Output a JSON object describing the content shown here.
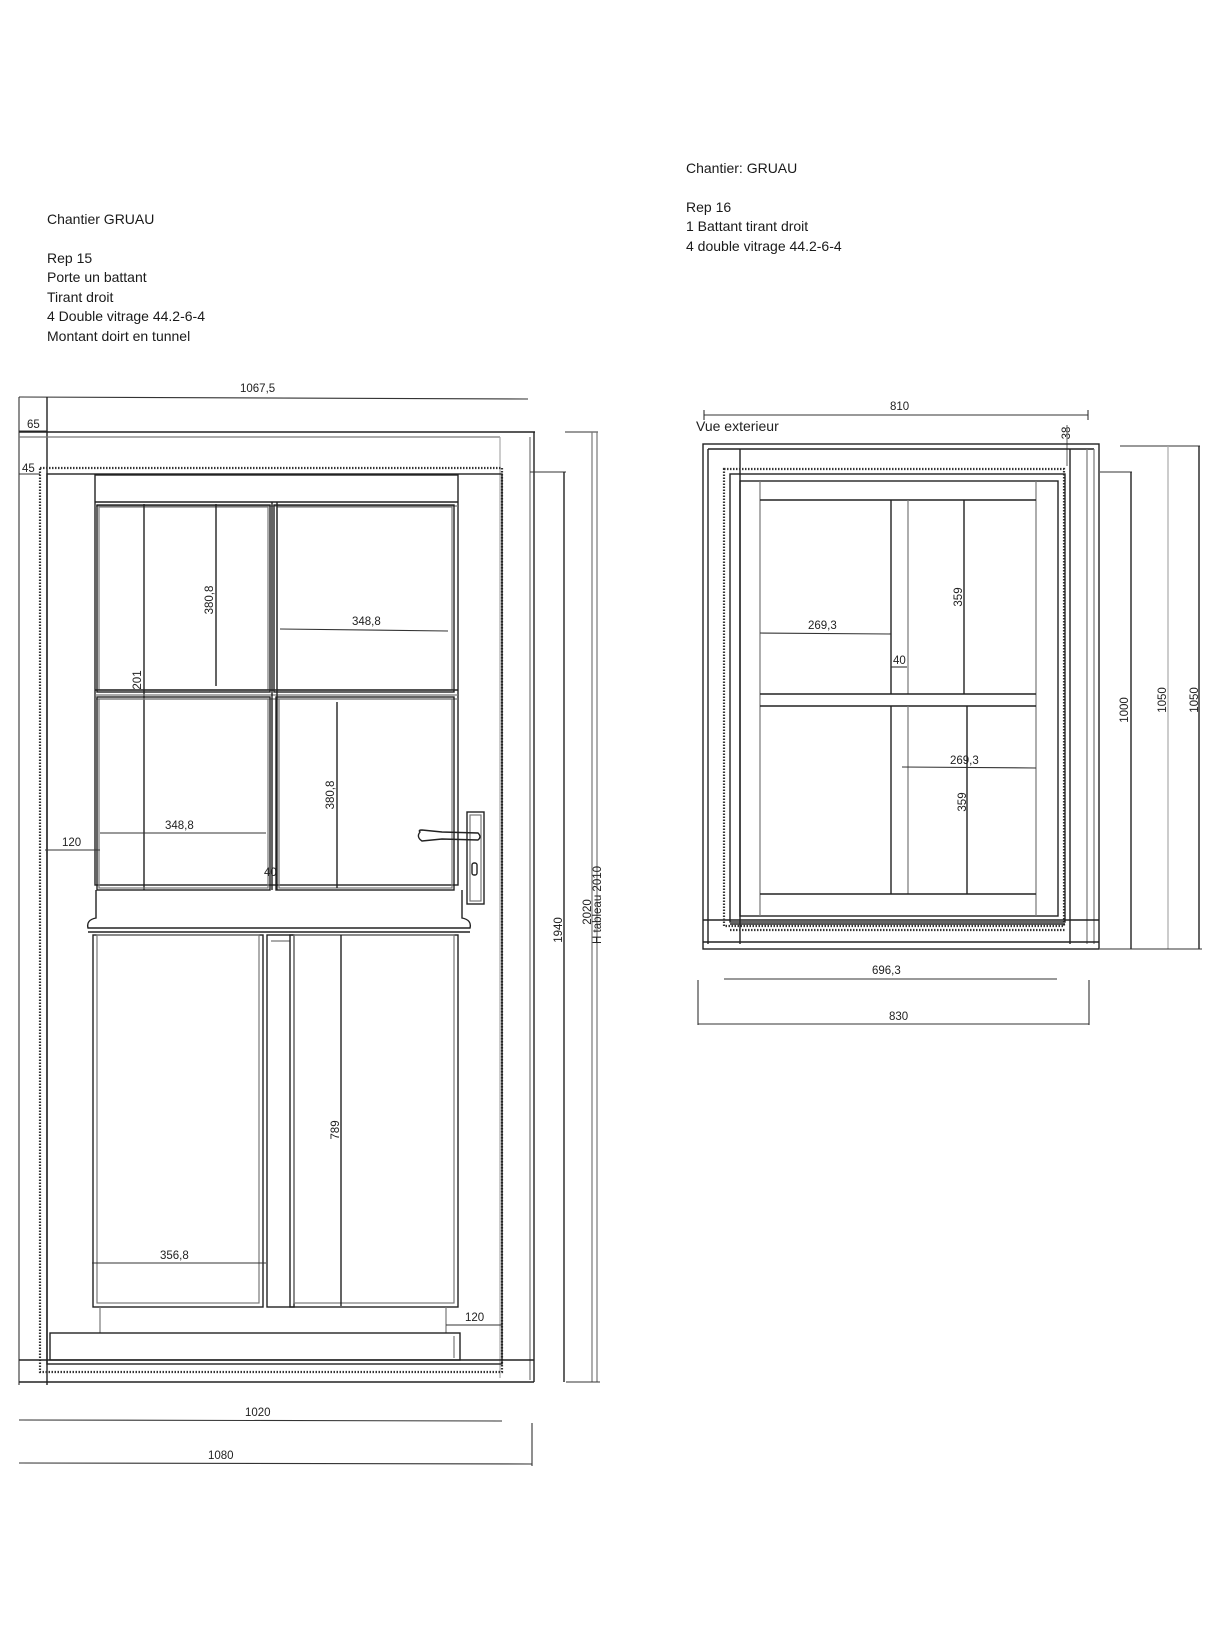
{
  "rep15": {
    "notes": {
      "chantier": "Chantier GRUAU",
      "rep": "Rep 15",
      "line1": "Porte un battant",
      "line2": "Tirant droit",
      "line3": "4 Double vitrage 44.2-6-4",
      "line4": "Montant doirt en tunnel"
    },
    "dimensions": {
      "overall_top_width": "1067,5",
      "frame_top": "65",
      "leaf_offset": "45",
      "glass_height_upper_left": "380,8",
      "glass_width_upper_right": "348,8",
      "rail_offset": "201",
      "glass_height_lower_right": "380,8",
      "glass_width_lower_left": "348,8",
      "stile_left": "120",
      "mullion": "40",
      "panel_height": "789",
      "panel_width": "356,8",
      "bottom_rail": "120",
      "leaf_height": "1940",
      "frame_height": "2020",
      "opening_height": "H tableau 2010",
      "leaf_width": "1020",
      "overall_width": "1080"
    }
  },
  "rep16": {
    "notes": {
      "chantier": "Chantier: GRUAU",
      "rep": "Rep 16",
      "line1": "1 Battant tirant droit",
      "line2": "4 double vitrage 44.2-6-4"
    },
    "view_label": "Vue exterieur",
    "dimensions": {
      "top_width": "810",
      "frame_top": "38",
      "glass_width_upper": "269,3",
      "glass_height_upper": "359",
      "mullion": "40",
      "glass_width_lower": "269,3",
      "glass_height_lower": "359",
      "leaf_height": "1000",
      "frame_height": "1050",
      "overall_height": "1050",
      "glass_total_width": "696,3",
      "overall_width": "830"
    }
  }
}
